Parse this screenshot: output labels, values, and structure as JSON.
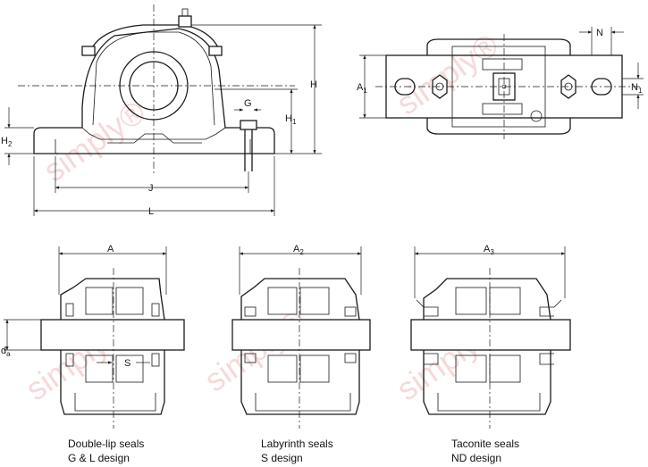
{
  "dimension_labels": {
    "H": "H",
    "H1_main": "H",
    "H1_sub": "1",
    "H2_main": "H",
    "H2_sub": "2",
    "G": "G",
    "J": "J",
    "L": "L",
    "N": "N",
    "N1_main": "N",
    "N1_sub": "1",
    "A1_main": "A",
    "A1_sub": "1",
    "A": "A",
    "A2_main": "A",
    "A2_sub": "2",
    "A3_main": "A",
    "A3_sub": "3",
    "da_main": "d",
    "da_sub": "a",
    "S": "S"
  },
  "watermark": "simply®",
  "captions": [
    {
      "line1": "Double-lip seals",
      "line2": "G & L design"
    },
    {
      "line1": "Labyrinth seals",
      "line2": "S design"
    },
    {
      "line1": "Taconite seals",
      "line2": "ND design"
    }
  ]
}
